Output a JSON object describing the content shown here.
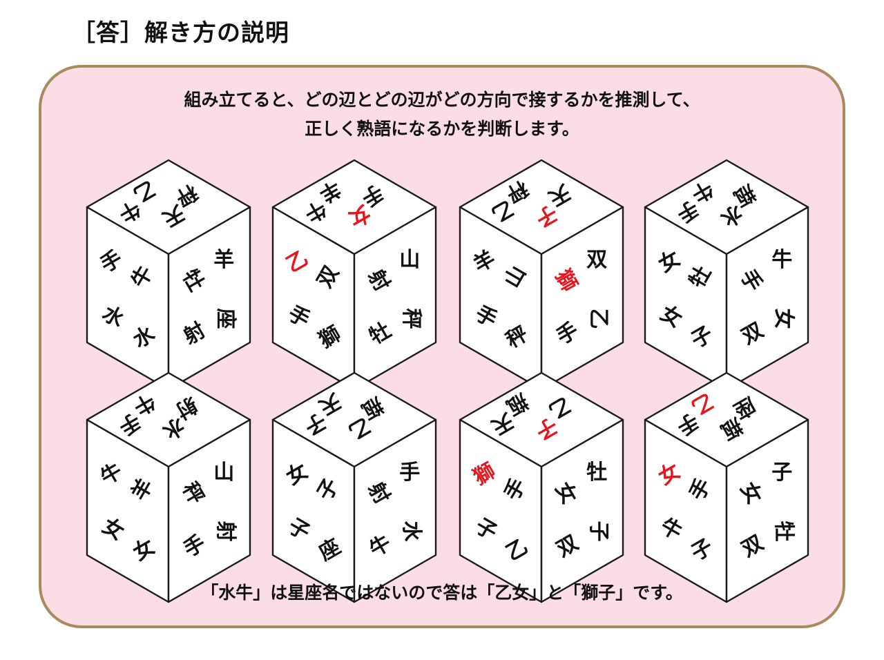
{
  "heading": "［答］解き方の説明",
  "intro": [
    "組み立てると、どの辺とどの辺がどの方向で接するかを推測して、",
    "正しく熟語になるかを判断します。"
  ],
  "answer": "「水牛」は星座名ではないので答は「乙女」と「獅子」です。",
  "colors": {
    "panel": "#fbdde6",
    "border": "#a88a5e",
    "highlight": "#e8141e",
    "text": "#111111"
  },
  "cubes": [
    {
      "top": [
        "牛",
        "乙",
        "天",
        "秤"
      ],
      "left": [
        "手",
        "牛",
        "水",
        "水"
      ],
      "right": [
        "牡",
        "羊",
        "射",
        "座"
      ],
      "highlight": []
    },
    {
      "top": [
        "牛",
        "羊",
        "女",
        "手"
      ],
      "left": [
        "乙",
        "双",
        "手",
        "獅"
      ],
      "right": [
        "射",
        "山",
        "牡",
        "秤"
      ],
      "highlight": [
        "女",
        "乙"
      ]
    },
    {
      "top": [
        "乙",
        "秤",
        "子",
        "天"
      ],
      "left": [
        "羊",
        "山",
        "手",
        "秤"
      ],
      "right": [
        "獅",
        "双",
        "手",
        "乙"
      ],
      "highlight": [
        "子",
        "獅"
      ]
    },
    {
      "top": [
        "手",
        "牛",
        "水",
        "瓶"
      ],
      "left": [
        "女",
        "牡",
        "女",
        "子"
      ],
      "right": [
        "手",
        "牛",
        "双",
        "女"
      ],
      "highlight": []
    },
    {
      "top": [
        "手",
        "牛",
        "水",
        "射"
      ],
      "left": [
        "牛",
        "羊",
        "女",
        "女"
      ],
      "right": [
        "秤",
        "山",
        "手",
        "射"
      ],
      "highlight": []
    },
    {
      "top": [
        "子",
        "天",
        "乙",
        "瓶"
      ],
      "left": [
        "女",
        "子",
        "子",
        "座"
      ],
      "right": [
        "射",
        "手",
        "牛",
        "水"
      ],
      "highlight": []
    },
    {
      "top": [
        "天",
        "瓶",
        "子",
        "乙"
      ],
      "left": [
        "獅",
        "手",
        "子",
        "乙"
      ],
      "right": [
        "女",
        "牡",
        "双",
        "子"
      ],
      "highlight": [
        "子",
        "獅"
      ]
    },
    {
      "top": [
        "手",
        "乙",
        "瓶",
        "座"
      ],
      "left": [
        "女",
        "手",
        "牛",
        "子"
      ],
      "right": [
        "女",
        "子",
        "双",
        "牡"
      ],
      "highlight": [
        "乙",
        "女"
      ]
    }
  ]
}
